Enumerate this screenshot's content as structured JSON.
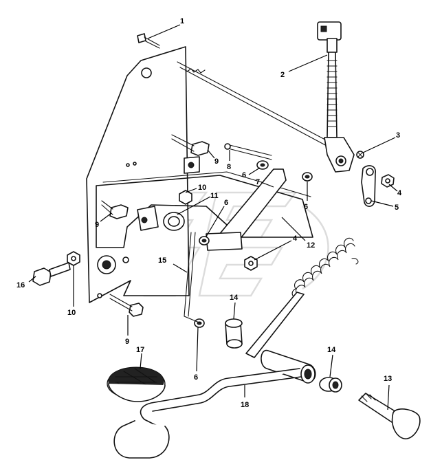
{
  "callouts": [
    {
      "id": "c1a",
      "label": "1"
    },
    {
      "id": "c2a",
      "label": "2"
    },
    {
      "id": "c3a",
      "label": "3"
    },
    {
      "id": "c4a",
      "label": "4"
    },
    {
      "id": "c4b",
      "label": "4"
    },
    {
      "id": "c5a",
      "label": "5"
    },
    {
      "id": "c6a",
      "label": "6"
    },
    {
      "id": "c6b",
      "label": "6"
    },
    {
      "id": "c6c",
      "label": "6"
    },
    {
      "id": "c6d",
      "label": "6"
    },
    {
      "id": "c7a",
      "label": "7"
    },
    {
      "id": "c8a",
      "label": "8"
    },
    {
      "id": "c9a",
      "label": "9"
    },
    {
      "id": "c9b",
      "label": "9"
    },
    {
      "id": "c9c",
      "label": "9"
    },
    {
      "id": "c10a",
      "label": "10"
    },
    {
      "id": "c10b",
      "label": "10"
    },
    {
      "id": "c11a",
      "label": "11"
    },
    {
      "id": "c12a",
      "label": "12"
    },
    {
      "id": "c13a",
      "label": "13"
    },
    {
      "id": "c14a",
      "label": "14"
    },
    {
      "id": "c14b",
      "label": "14"
    },
    {
      "id": "c15a",
      "label": "15"
    },
    {
      "id": "c16a",
      "label": "16"
    },
    {
      "id": "c17a",
      "label": "17"
    },
    {
      "id": "c18a",
      "label": "18"
    }
  ]
}
